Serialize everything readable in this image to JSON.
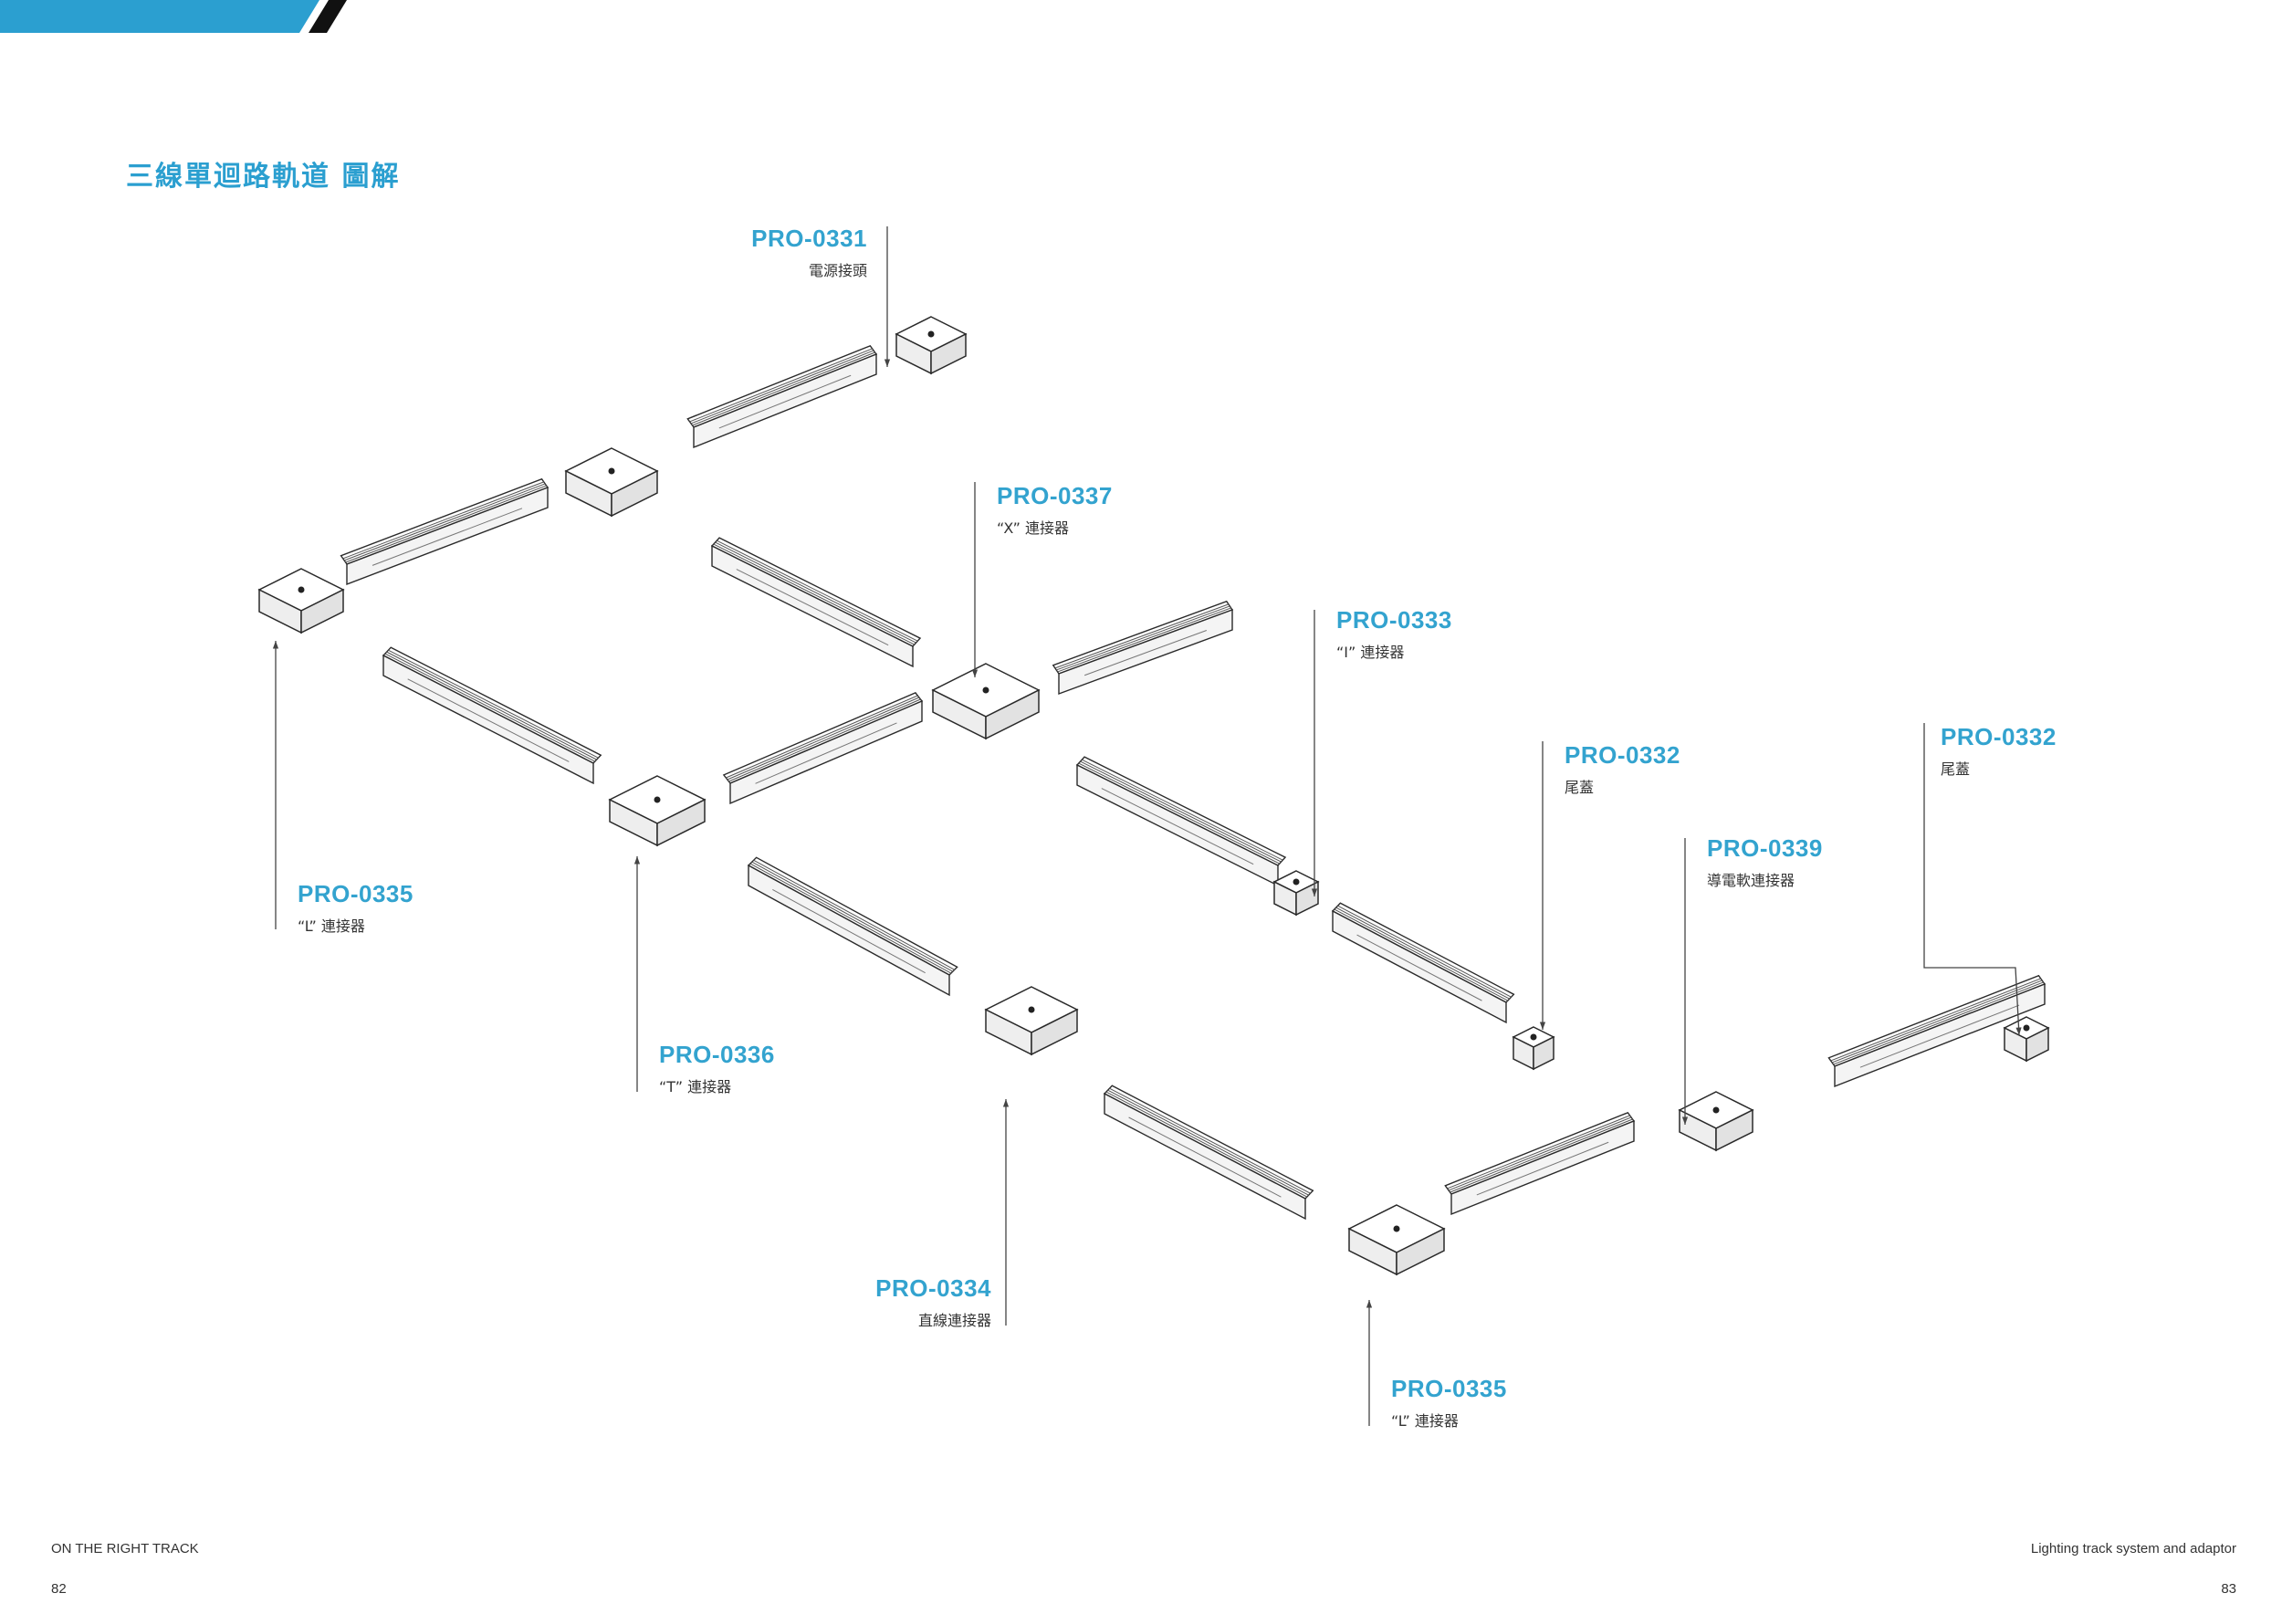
{
  "page": {
    "title": "三線單迴路軌道 圖解",
    "accent_color": "#2b9fd0"
  },
  "callouts": [
    {
      "id": "c1",
      "code": "PRO-0331",
      "desc": "電源接頭"
    },
    {
      "id": "c2",
      "code": "PRO-0337",
      "desc": "“X” 連接器"
    },
    {
      "id": "c3",
      "code": "PRO-0333",
      "desc": "“I” 連接器"
    },
    {
      "id": "c4",
      "code": "PRO-0332",
      "desc": "尾蓋"
    },
    {
      "id": "c5",
      "code": "PRO-0332",
      "desc": "尾蓋"
    },
    {
      "id": "c6",
      "code": "PRO-0339",
      "desc": "導電軟連接器"
    },
    {
      "id": "c7",
      "code": "PRO-0335",
      "desc": "“L” 連接器"
    },
    {
      "id": "c8",
      "code": "PRO-0336",
      "desc": "“T” 連接器"
    },
    {
      "id": "c9",
      "code": "PRO-0334",
      "desc": "直線連接器"
    },
    {
      "id": "c10",
      "code": "PRO-0335",
      "desc": "“L” 連接器"
    }
  ],
  "footer": {
    "left_label": "ON THE RIGHT TRACK",
    "left_page": "82",
    "right_label": "Lighting track system and adaptor",
    "right_page": "83"
  }
}
